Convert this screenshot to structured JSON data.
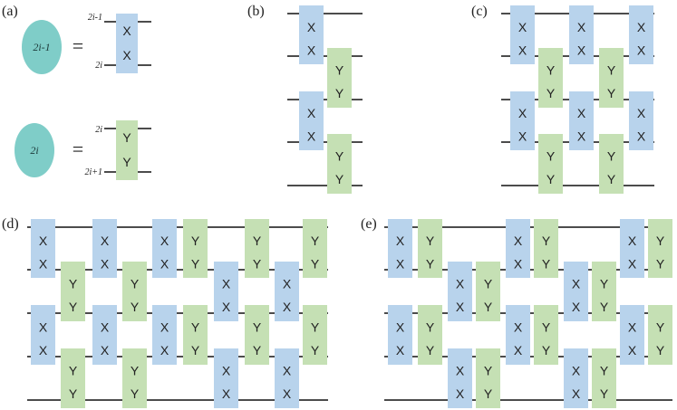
{
  "colors": {
    "x_gate": "#b8d3ec",
    "y_gate": "#c5e0b4",
    "oval": "#7fcdc8",
    "wire": "#111111"
  },
  "gate_labels": {
    "x": "X",
    "y": "Y"
  },
  "legend": {
    "label": "(a)",
    "odd": {
      "oval_text": "2i-1",
      "equals": "=",
      "top_wire": "2i-1",
      "bottom_wire": "2i"
    },
    "even": {
      "oval_text": "2i",
      "equals": "=",
      "top_wire": "2i",
      "bottom_wire": "2i+1"
    }
  },
  "circuits": [
    {
      "label": "(b)",
      "wires": 5,
      "columns": [
        [
          "X:0",
          "X:2"
        ],
        [
          "Y:1",
          "Y:3"
        ]
      ]
    },
    {
      "label": "(c)",
      "wires": 5,
      "columns": [
        [
          "X:0",
          "X:2"
        ],
        [
          "Y:1",
          "Y:3"
        ],
        [
          "X:0",
          "X:2"
        ],
        [
          "Y:1",
          "Y:3"
        ],
        [
          "X:0",
          "X:2"
        ]
      ]
    },
    {
      "label": "(d)",
      "wires": 5,
      "columns": [
        [
          "X:0",
          "X:2"
        ],
        [
          "Y:1",
          "Y:3"
        ],
        [
          "X:0",
          "X:2"
        ],
        [
          "Y:1",
          "Y:3"
        ],
        [
          "X:0",
          "X:2"
        ],
        [
          "Y:0",
          "Y:2"
        ],
        [
          "X:1",
          "X:3"
        ],
        [
          "Y:0",
          "Y:2"
        ],
        [
          "X:1",
          "X:3"
        ],
        [
          "Y:0",
          "Y:2"
        ]
      ]
    },
    {
      "label": "(e)",
      "wires": 5,
      "columns": [
        [
          "X:0",
          "X:2"
        ],
        [
          "Y:0",
          "Y:2"
        ],
        [
          "X:1",
          "X:3"
        ],
        [
          "Y:1",
          "Y:3"
        ],
        [
          "X:0",
          "X:2"
        ],
        [
          "Y:0",
          "Y:2"
        ],
        [
          "X:1",
          "X:3"
        ],
        [
          "Y:1",
          "Y:3"
        ],
        [
          "X:0",
          "X:2"
        ],
        [
          "Y:0",
          "Y:2"
        ]
      ]
    }
  ]
}
